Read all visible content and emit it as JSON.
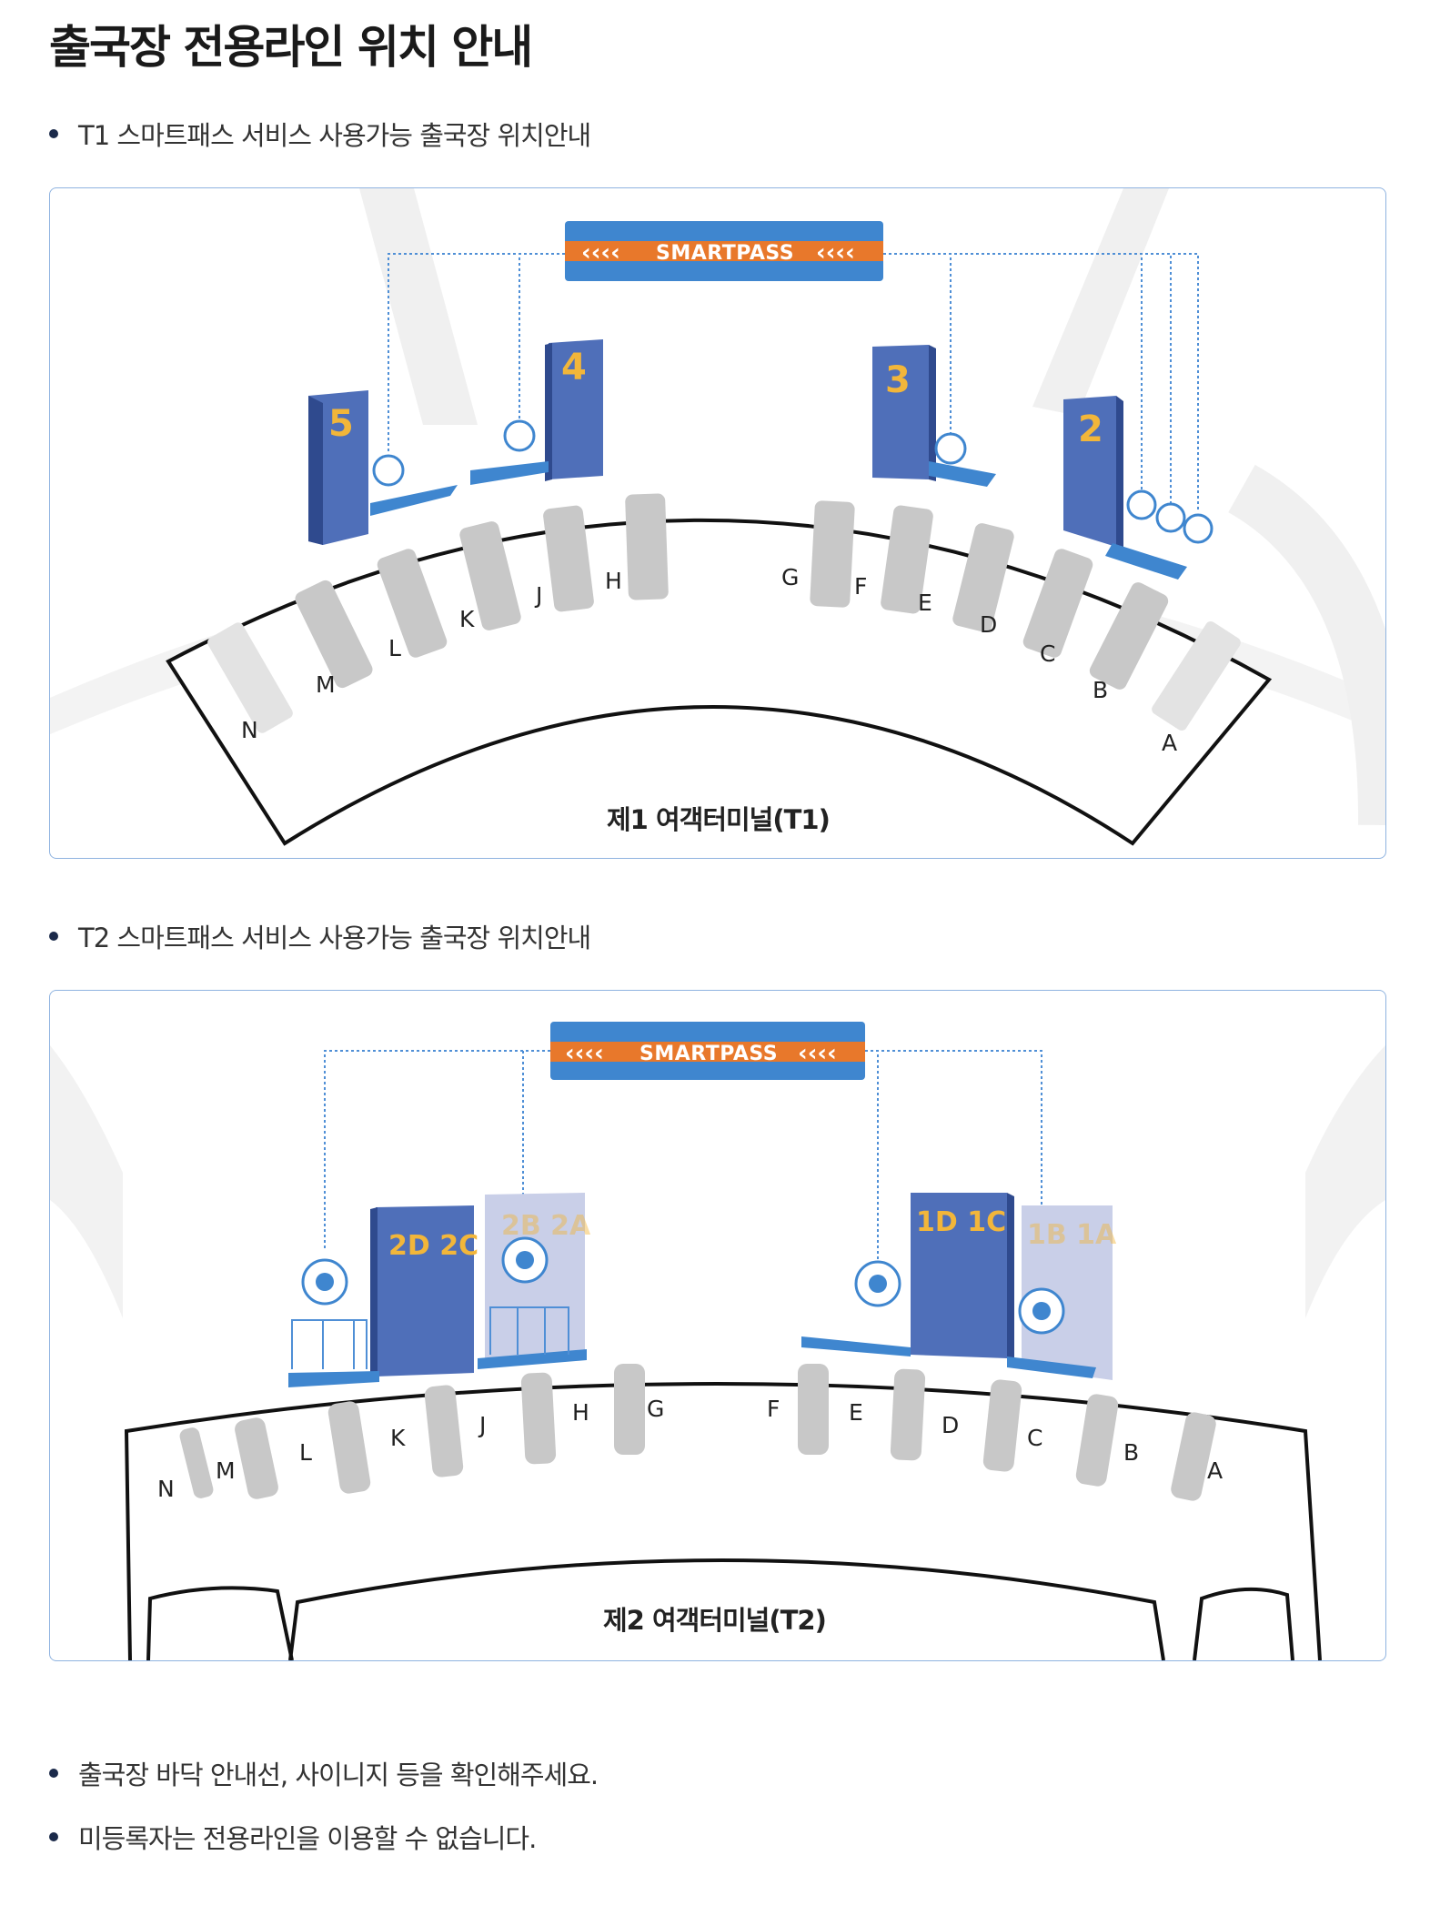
{
  "page": {
    "title": "출국장 전용라인 위치 안내"
  },
  "t1": {
    "heading": "T1 스마트패스 서비스 사용가능 출국장 위치안내",
    "banner": "SMARTPASS",
    "banner_chevrons": "‹‹‹‹",
    "terminal_label": "제1 여객터미널(T1)",
    "gates": [
      "5",
      "4",
      "3",
      "2"
    ],
    "counters": [
      "N",
      "M",
      "L",
      "K",
      "J",
      "H",
      "G",
      "F",
      "E",
      "D",
      "C",
      "B",
      "A"
    ]
  },
  "t2": {
    "heading": "T2 스마트패스 서비스 사용가능 출국장 위치안내",
    "banner": "SMARTPASS",
    "banner_chevrons": "‹‹‹‹",
    "terminal_label": "제2 여객터미널(T2)",
    "gates": [
      "2D 2C",
      "2B 2A",
      "1D 1C",
      "1B 1A"
    ],
    "counters": [
      "N",
      "M",
      "L",
      "K",
      "J",
      "H",
      "G",
      "F",
      "E",
      "D",
      "C",
      "B",
      "A"
    ]
  },
  "notes": [
    "출국장 바닥 안내선, 사이니지 등을 확인해주세요.",
    "미등록자는 전용라인을 이용할 수 없습니다."
  ],
  "colors": {
    "banner_blue": "#3f86cf",
    "banner_orange": "#e8782b",
    "gate_blue": "#4f6fb9",
    "gate_faded": "#c9cfe8",
    "gate_number": "#f2b63a",
    "counter_gray": "#c8c8c8",
    "counter_faded": "#e3e3e3",
    "guide_line": "#4f8fd6"
  }
}
